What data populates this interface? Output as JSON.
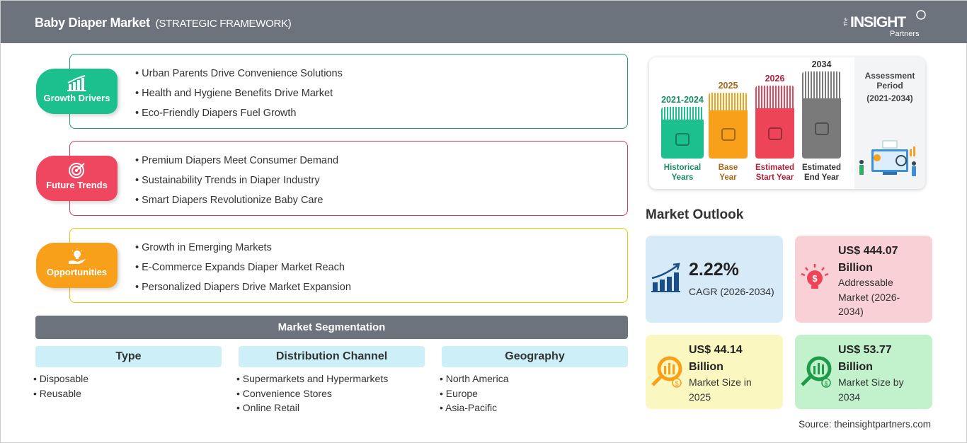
{
  "header": {
    "title": "Baby Diaper Market",
    "subtitle": "(STRATEGIC FRAMEWORK)",
    "logo": "The INSIGHT Partners"
  },
  "framework": [
    {
      "label": "Growth Drivers",
      "icon": "growth-chart-icon",
      "color": "#1cc08e",
      "border": "#1a9e7a",
      "items": [
        "Urban Parents Drive Convenience Solutions",
        "Health and Hygiene Benefits Drive Market",
        "Eco-Friendly Diapers Fuel Growth"
      ]
    },
    {
      "label": "Future Trends",
      "icon": "target-icon",
      "color": "#ef4760",
      "border": "#d63c54",
      "items": [
        "Premium Diapers Meet Consumer Demand",
        "Sustainability Trends in Diaper Industry",
        "Smart Diapers Revolutionize Baby Care"
      ]
    },
    {
      "label": "Opportunities",
      "icon": "lightbulb-hand-icon",
      "color": "#f9a01b",
      "border": "#e8c800",
      "items": [
        "Growth in Emerging Markets",
        "E-Commerce Expands Diaper Market Reach",
        "Personalized Diapers Drive Market Expansion"
      ]
    }
  ],
  "segmentation": {
    "title": "Market Segmentation",
    "columns": [
      {
        "header": "Type",
        "items": [
          "Disposable",
          "Reusable"
        ]
      },
      {
        "header": "Distribution Channel",
        "items": [
          "Supermarkets and Hypermarkets",
          "Convenience Stores",
          "Online Retail"
        ]
      },
      {
        "header": "Geography",
        "items": [
          "North America",
          "Europe",
          "Asia-Pacific"
        ]
      }
    ]
  },
  "timeline": {
    "periods": [
      {
        "year": "2021-2024",
        "caption1": "Historical",
        "caption2": "Years",
        "color": "#1cc08e",
        "text_color": "#1a8a66",
        "icon": "history-icon"
      },
      {
        "year": "2025",
        "caption1": "Base",
        "caption2": "Year",
        "color": "#f9a01b",
        "text_color": "#a8691a",
        "icon": "calendar-icon"
      },
      {
        "year": "2026",
        "caption1": "Estimated",
        "caption2": "Start Year",
        "color": "#ee4458",
        "text_color": "#b0223a",
        "icon": "monitor-settings-icon"
      },
      {
        "year": "2034",
        "caption1": "Estimated",
        "caption2": "End Year",
        "color": "#7a7a7a",
        "text_color": "#333333",
        "icon": "presentation-icon"
      }
    ],
    "assessment_label1": "Assessment",
    "assessment_label2": "Period",
    "assessment_range": "(2021-2034)"
  },
  "outlook": {
    "title": "Market Outlook",
    "cagr": {
      "value": "2.22%",
      "label": "CAGR (2026-2034)",
      "color": "#d6eaf8"
    },
    "addressable": {
      "value1": "US$ 444.07",
      "value2": "Billion",
      "label1": "Addressable",
      "label2": "Market (2026-",
      "label3": "2034)",
      "color": "#f9d0d5"
    },
    "size2025": {
      "value1": "US$ 44.14",
      "value2": "Billion",
      "label1": "Market Size in",
      "label2": "2025",
      "color": "#fbf7c0"
    },
    "size2034": {
      "value1": "US$ 53.77",
      "value2": "Billion",
      "label1": "Market Size by",
      "label2": "2034",
      "color": "#c2f2cc"
    }
  },
  "source": "Source: theinsightpartners.com"
}
